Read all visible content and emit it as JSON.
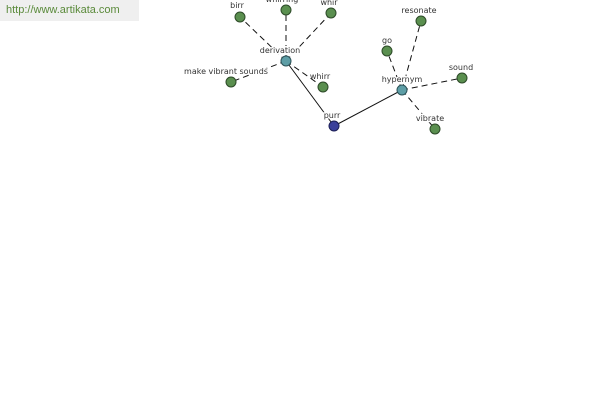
{
  "source_url": "http://www.artikata.com",
  "graph": {
    "root": "purr",
    "relations": [
      "derivation",
      "hypernym"
    ],
    "derivation_terms": [
      "birr",
      "whirring",
      "whir",
      "make vibrant sounds",
      "whirr"
    ],
    "hypernym_terms": [
      "go",
      "resonate",
      "sound",
      "vibrate"
    ]
  }
}
